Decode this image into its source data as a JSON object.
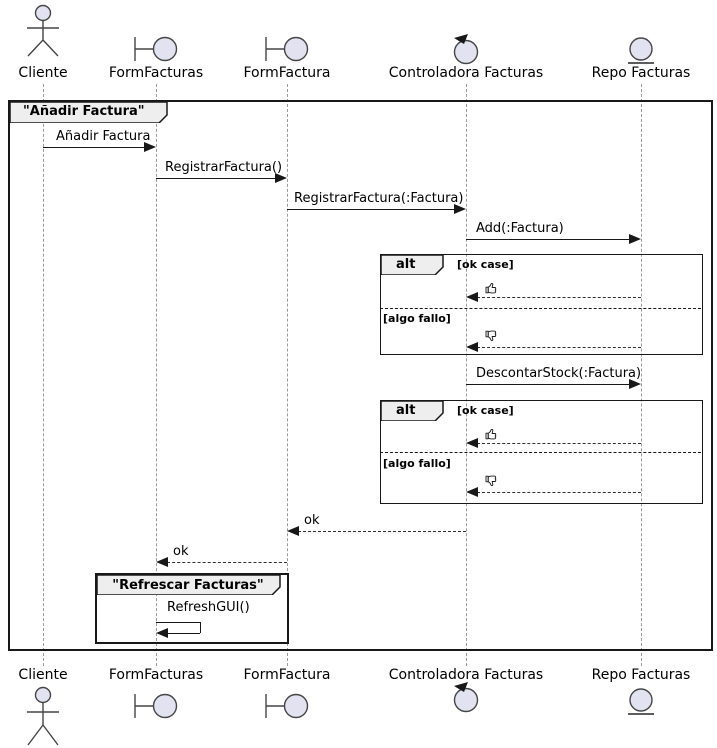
{
  "frames": {
    "main": {
      "title": "\"Añadir Factura\""
    },
    "alt1": {
      "operator": "alt",
      "guard_ok": "[ok case]",
      "guard_fail": "[algo fallo]"
    },
    "alt2": {
      "operator": "alt",
      "guard_ok": "[ok case]",
      "guard_fail": "[algo fallo]"
    },
    "refresh": {
      "title": "\"Refrescar Facturas\""
    }
  },
  "participants": [
    {
      "label": "Cliente",
      "type": "actor"
    },
    {
      "label": "FormFacturas",
      "type": "boundary"
    },
    {
      "label": "FormFactura",
      "type": "boundary"
    },
    {
      "label": "Controladora Facturas",
      "type": "control"
    },
    {
      "label": "Repo Facturas",
      "type": "entity"
    }
  ],
  "messages": {
    "anadir": "Añadir Factura",
    "registrar": "RegistrarFactura()",
    "registrar_param": "RegistrarFactura(:Factura)",
    "add": "Add(:Factura)",
    "descontar": "DescontarStock(:Factura)",
    "ok_to_formfactura": "ok",
    "ok_to_formfacturas": "ok",
    "refresh_gui": "RefreshGUI()"
  },
  "icons": {
    "result_ok": "thumbs-up-icon",
    "result_fail": "thumbs-down-icon"
  },
  "colors": {
    "participant_fill": "#E2E2F0",
    "participant_border": "#454545",
    "frame_border": "#181818",
    "tab_fill": "#EEEEEE",
    "lifeline": "#9A9A9A",
    "background": "#FFFFFF",
    "text": "#000000"
  }
}
